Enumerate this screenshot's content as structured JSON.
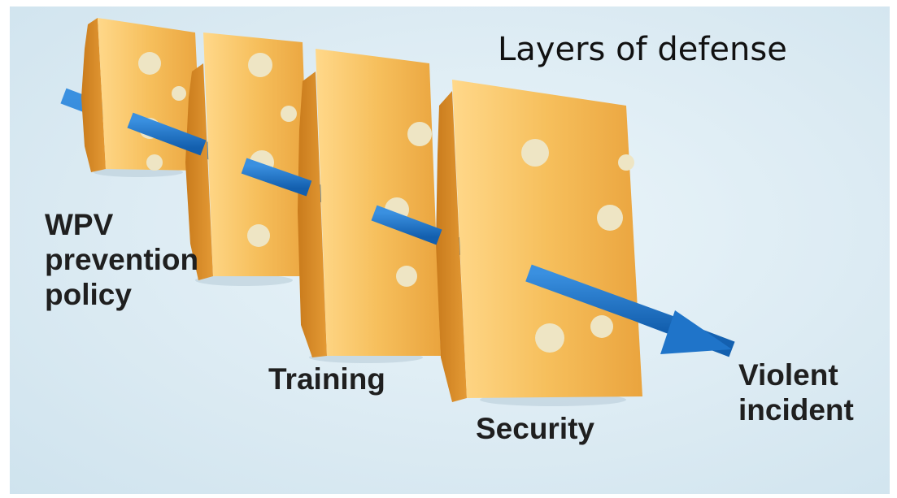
{
  "diagram": {
    "title": "Layers of defense",
    "labels": {
      "policy": "WPV\nprevention\npolicy",
      "training": "Training",
      "security": "Security",
      "outcome": "Violent\nincident"
    },
    "colors": {
      "background": "#dcebf3",
      "cheese": "#f4b74f",
      "cheese_dark": "#d98a22",
      "arrow": "#1f74c9"
    }
  }
}
